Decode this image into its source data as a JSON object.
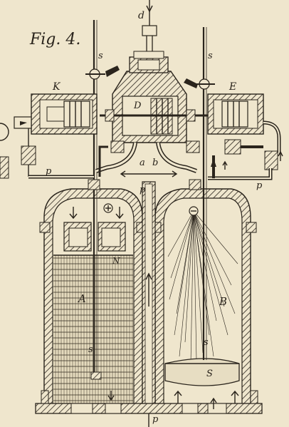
{
  "figure": {
    "title": "Fig. 4."
  },
  "labels": {
    "d": "d",
    "s_left_top": "s",
    "s_right_top": "s",
    "K": "K",
    "E": "E",
    "D": "D",
    "a": "a",
    "b": "b",
    "p_left": "p",
    "p_center": "p",
    "p_right": "p",
    "p_bottom": "p",
    "N": "N",
    "A": "A",
    "B": "B",
    "s_left_low": "s",
    "s_right_low": "s",
    "S": "S"
  },
  "colors": {
    "paper": "#efe6cd",
    "ink": "#2a241c",
    "liquid": "#d9cfb4"
  }
}
